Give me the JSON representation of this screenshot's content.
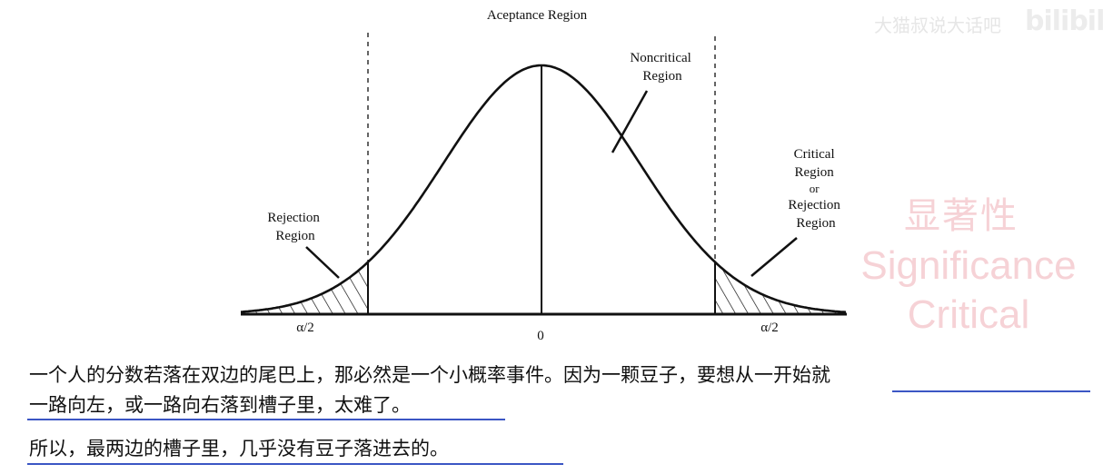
{
  "diagram": {
    "title": "Aceptance Region",
    "noncritical_label": [
      "Noncritical",
      "Region"
    ],
    "rejection_left_label": [
      "Rejection",
      "Region"
    ],
    "critical_right_label": [
      "Critical",
      "Region",
      "or",
      "Rejection",
      "Region"
    ],
    "alpha_left": "α/2",
    "alpha_right": "α/2",
    "zero": "0"
  },
  "watermark": {
    "cn": "显著性",
    "en_line1": "Significance",
    "en_line2": "Critical"
  },
  "brand": {
    "channel": "大猫叔说大话吧",
    "logo": "bilibili"
  },
  "captions": {
    "line1": "一个人的分数若落在双边的尾巴上，那必然是一个小概率事件。因为一颗豆子，要想从一开始就",
    "line2": "一路向左，或一路向右落到槽子里，太难了。",
    "line3": "所以，最两边的槽子里，几乎没有豆子落进去的。"
  },
  "colors": {
    "underline": "#3b56c4",
    "watermark": "#f6d2d6"
  }
}
